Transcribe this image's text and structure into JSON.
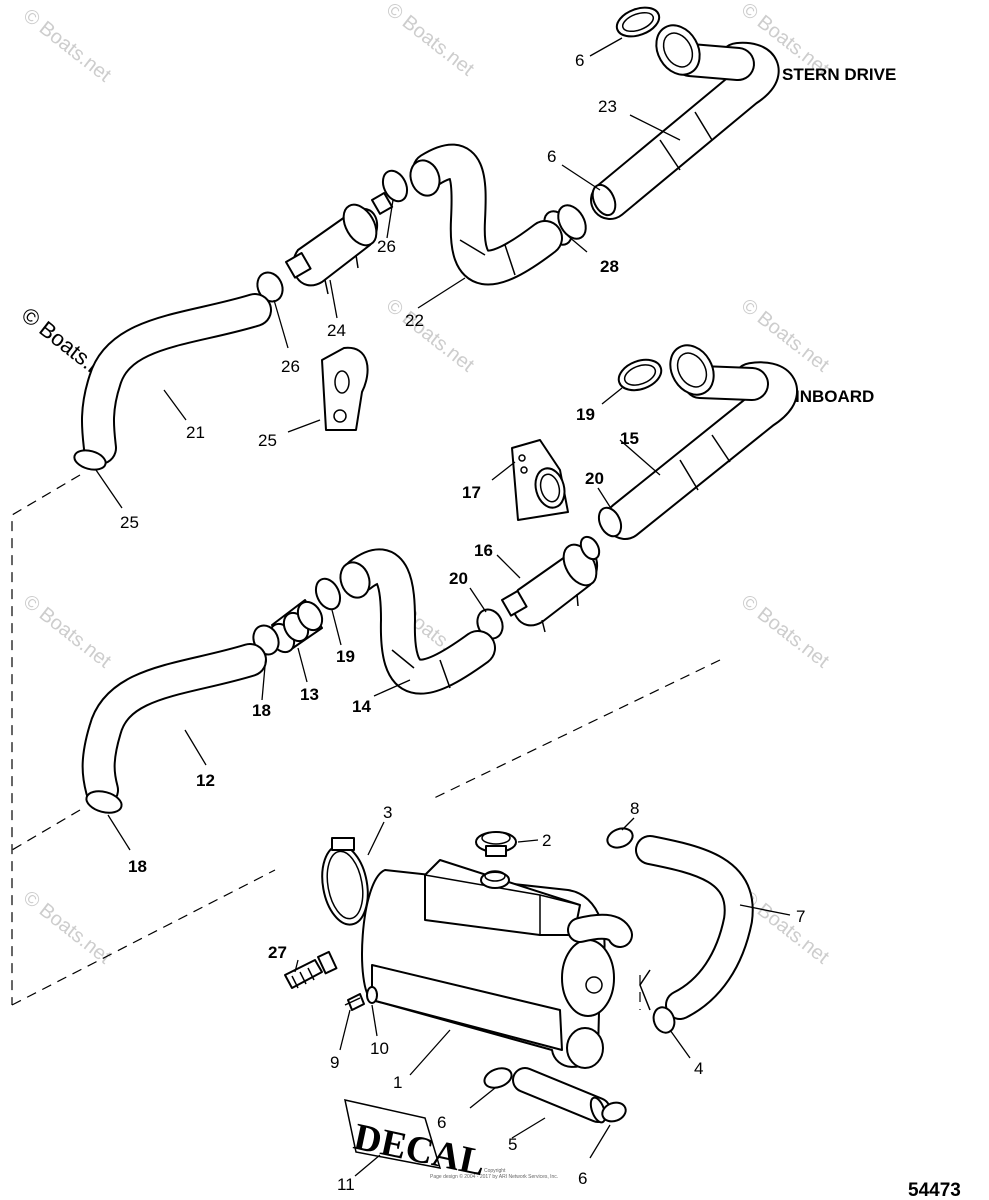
{
  "diagram": {
    "sections": {
      "stern_drive": "STERN DRIVE",
      "inboard": "INBOARD"
    },
    "callouts": [
      {
        "id": "c6a",
        "text": "6",
        "bold": false
      },
      {
        "id": "c23",
        "text": "23",
        "bold": false
      },
      {
        "id": "c6b",
        "text": "6",
        "bold": false
      },
      {
        "id": "c28",
        "text": "28",
        "bold": true
      },
      {
        "id": "c26a",
        "text": "26",
        "bold": false
      },
      {
        "id": "c22",
        "text": "22",
        "bold": false
      },
      {
        "id": "c24",
        "text": "24",
        "bold": false
      },
      {
        "id": "c26b",
        "text": "26",
        "bold": false
      },
      {
        "id": "c21",
        "text": "21",
        "bold": false
      },
      {
        "id": "c25a",
        "text": "25",
        "bold": false
      },
      {
        "id": "c25b",
        "text": "25",
        "bold": false
      },
      {
        "id": "c19a",
        "text": "19",
        "bold": true
      },
      {
        "id": "c15",
        "text": "15",
        "bold": true
      },
      {
        "id": "c17",
        "text": "17",
        "bold": true
      },
      {
        "id": "c20a",
        "text": "20",
        "bold": true
      },
      {
        "id": "c16",
        "text": "16",
        "bold": true
      },
      {
        "id": "c20b",
        "text": "20",
        "bold": true
      },
      {
        "id": "c19b",
        "text": "19",
        "bold": true
      },
      {
        "id": "c13",
        "text": "13",
        "bold": true
      },
      {
        "id": "c18a",
        "text": "18",
        "bold": true
      },
      {
        "id": "c14",
        "text": "14",
        "bold": true
      },
      {
        "id": "c12",
        "text": "12",
        "bold": true
      },
      {
        "id": "c18b",
        "text": "18",
        "bold": true
      },
      {
        "id": "c3",
        "text": "3",
        "bold": false
      },
      {
        "id": "c2",
        "text": "2",
        "bold": false
      },
      {
        "id": "c8",
        "text": "8",
        "bold": false
      },
      {
        "id": "c7",
        "text": "7",
        "bold": false
      },
      {
        "id": "c27",
        "text": "27",
        "bold": true
      },
      {
        "id": "c9",
        "text": "9",
        "bold": false
      },
      {
        "id": "c10",
        "text": "10",
        "bold": false
      },
      {
        "id": "c1",
        "text": "1",
        "bold": false
      },
      {
        "id": "c4",
        "text": "4",
        "bold": false
      },
      {
        "id": "c6c",
        "text": "6",
        "bold": false
      },
      {
        "id": "c5",
        "text": "5",
        "bold": false
      },
      {
        "id": "c11",
        "text": "11",
        "bold": false
      },
      {
        "id": "c6d",
        "text": "6",
        "bold": false
      }
    ],
    "decal_text": "DECAL",
    "reference_number": "54473",
    "copyright_footer": "Copyright\nPage design © 2004 - 2017 by ARI Network Services, Inc.",
    "watermark": "© Boats.net"
  }
}
